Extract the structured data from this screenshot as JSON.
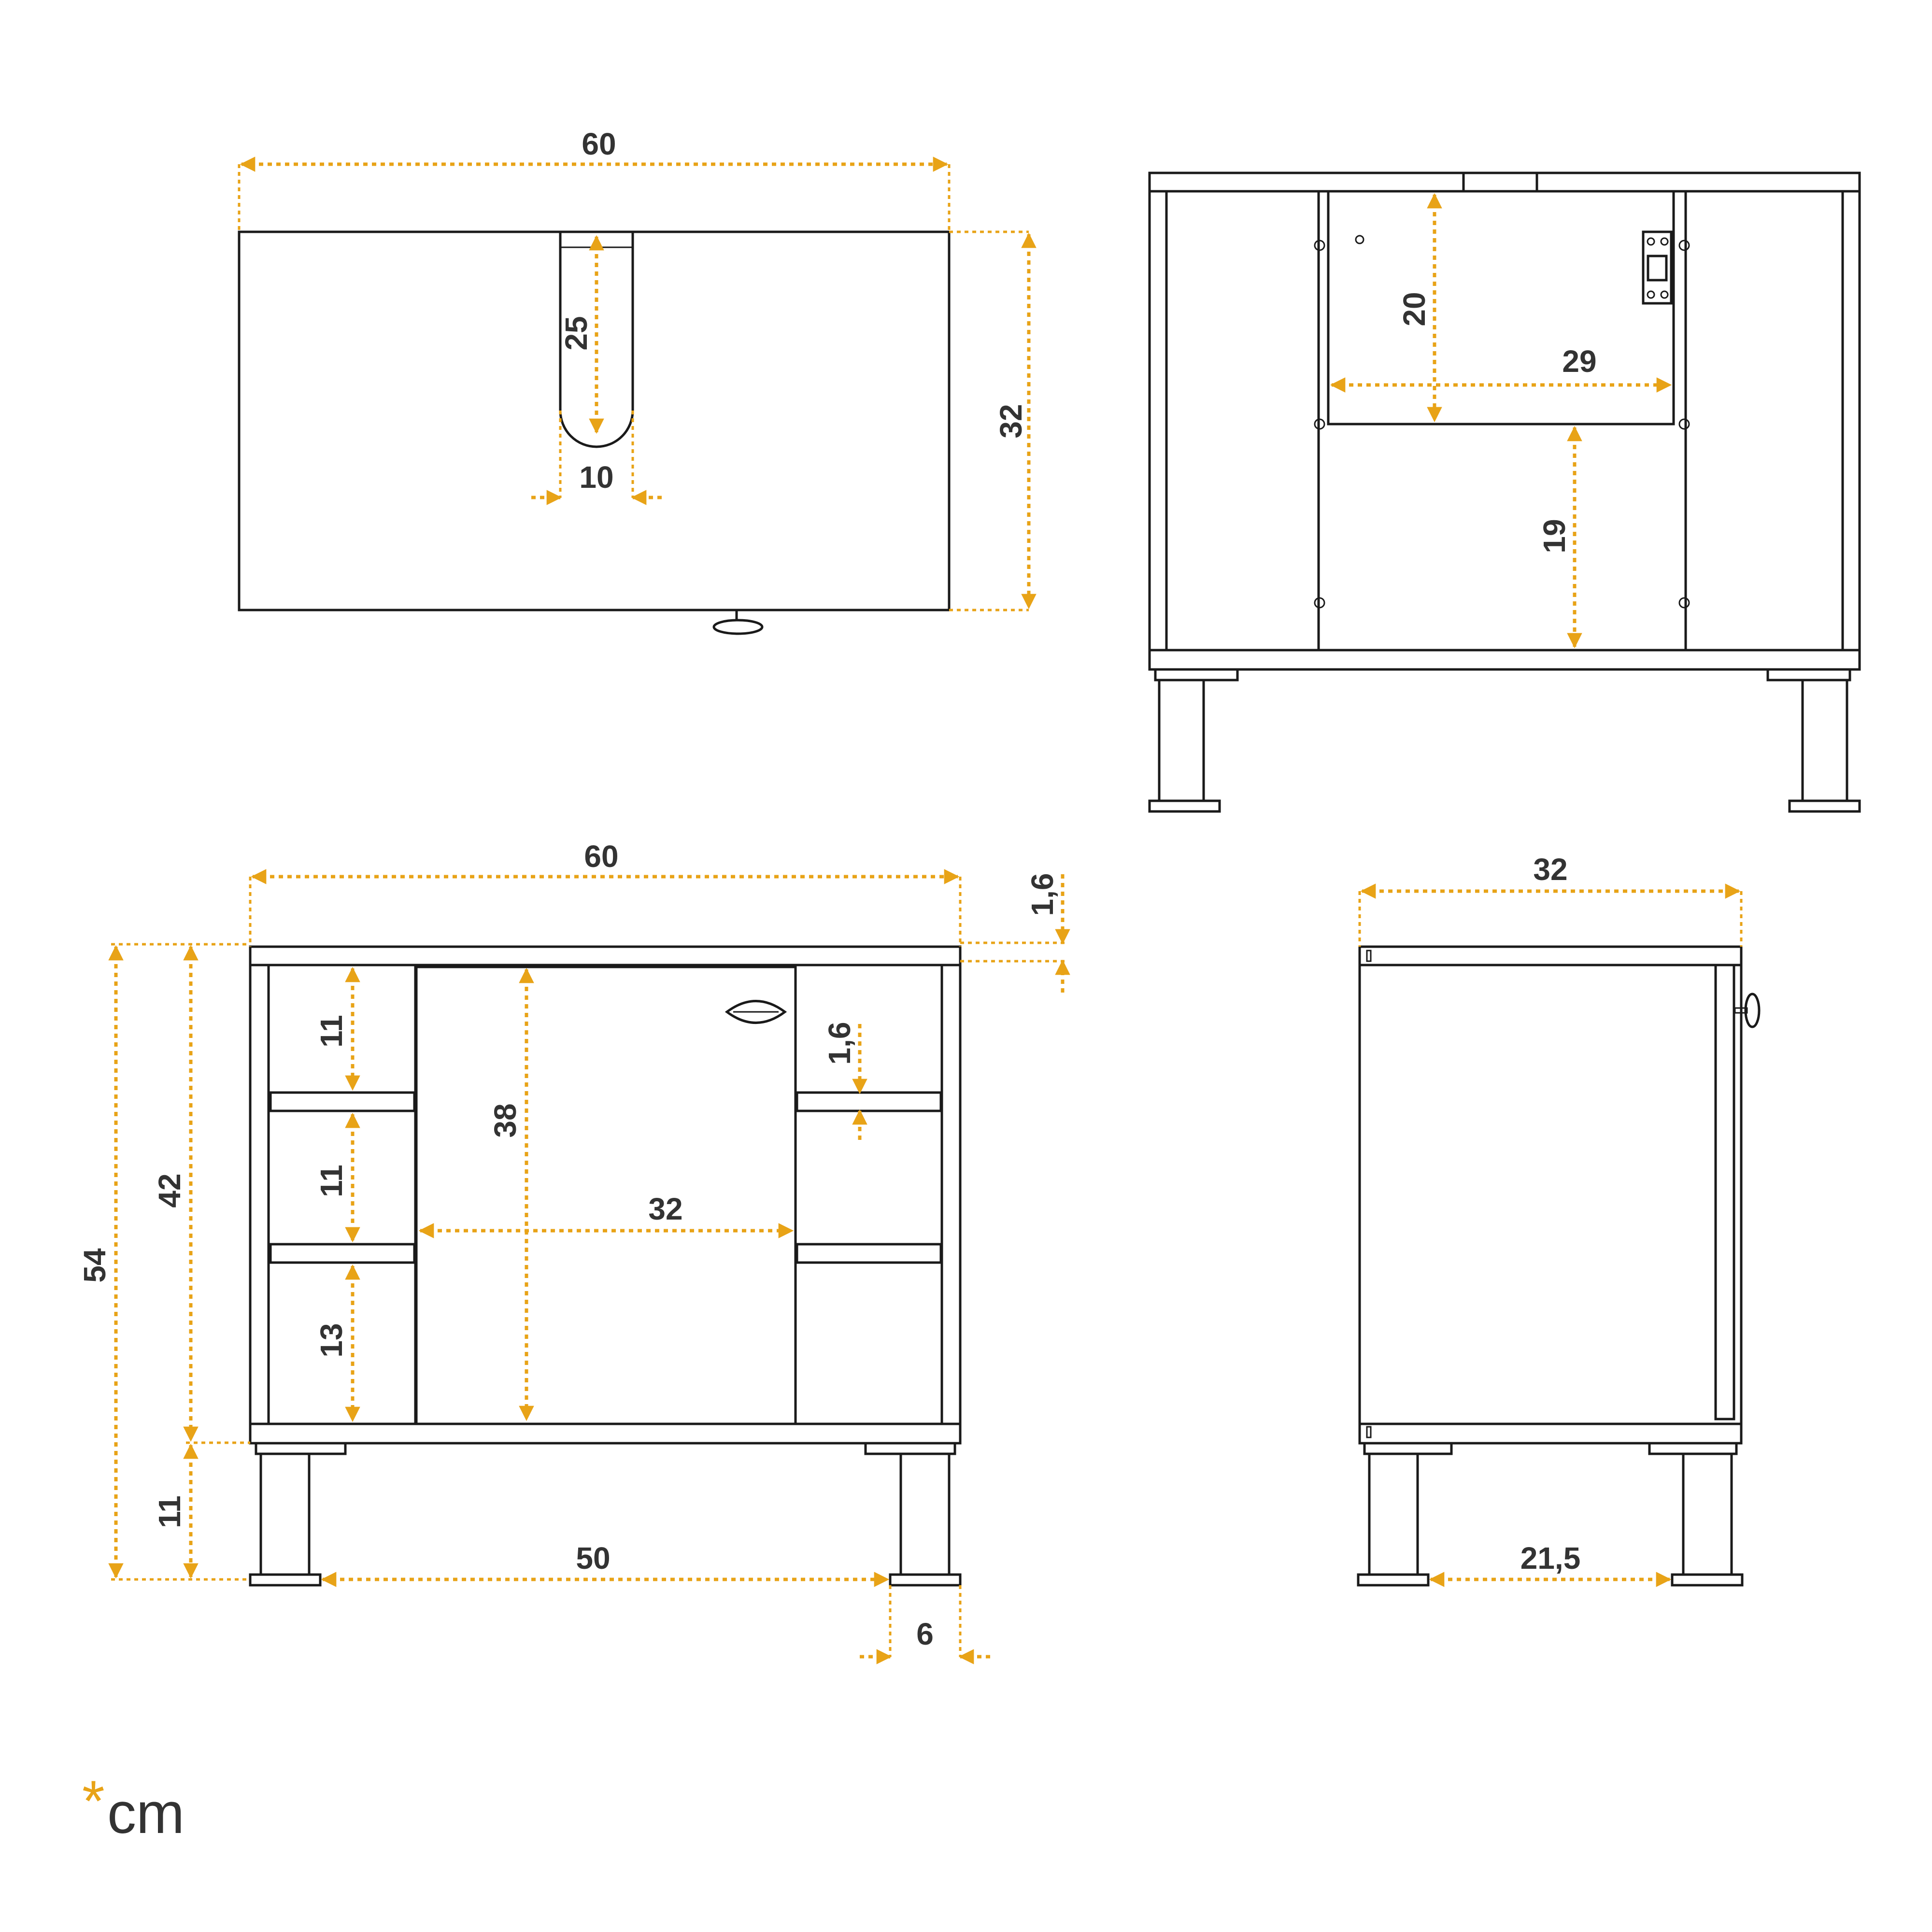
{
  "colors": {
    "dimension": "#e8a317",
    "outline": "#1a1a1a",
    "text": "#333333"
  },
  "unit": {
    "star": "*",
    "text": "cm"
  },
  "views": {
    "top": {
      "width": "60",
      "depth": "32",
      "slot_length": "25",
      "slot_width": "10"
    },
    "back": {
      "opening_height": "20",
      "opening_width": "29",
      "lower_height": "19"
    },
    "front": {
      "width": "60",
      "top_thickness": "1,6",
      "total_height": "54",
      "body_height": "42",
      "leg_height": "11",
      "shelf_1": "11",
      "shelf_2": "11",
      "shelf_3": "13",
      "door_height": "38",
      "door_width": "32",
      "shelf_thickness": "1,6",
      "leg_spacing": "50",
      "foot_width": "6"
    },
    "side": {
      "depth": "32",
      "leg_spacing": "21,5"
    }
  }
}
